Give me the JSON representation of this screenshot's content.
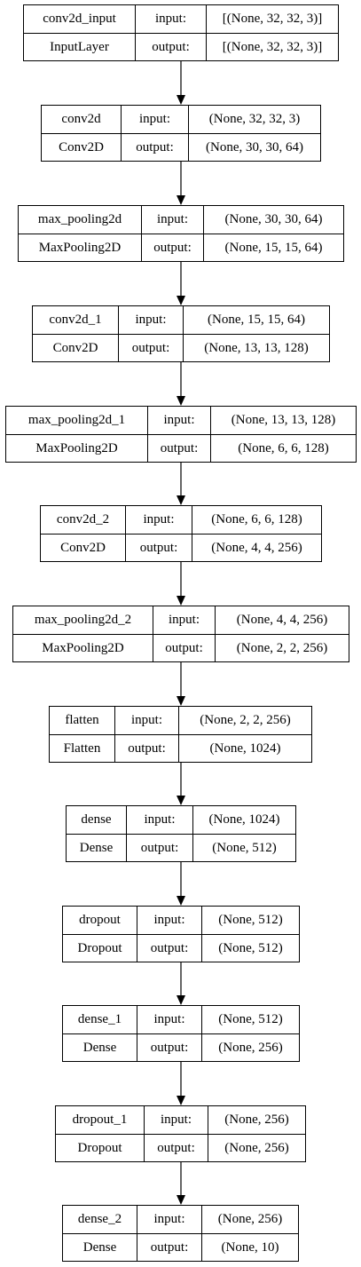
{
  "layers": [
    {
      "name": "conv2d_input",
      "type": "InputLayer",
      "input_label": "input:",
      "output_label": "output:",
      "input_shape": "[(None, 32, 32, 3)]",
      "output_shape": "[(None, 32, 32, 3)]"
    },
    {
      "name": "conv2d",
      "type": "Conv2D",
      "input_label": "input:",
      "output_label": "output:",
      "input_shape": "(None, 32, 32, 3)",
      "output_shape": "(None, 30, 30, 64)"
    },
    {
      "name": "max_pooling2d",
      "type": "MaxPooling2D",
      "input_label": "input:",
      "output_label": "output:",
      "input_shape": "(None, 30, 30, 64)",
      "output_shape": "(None, 15, 15, 64)"
    },
    {
      "name": "conv2d_1",
      "type": "Conv2D",
      "input_label": "input:",
      "output_label": "output:",
      "input_shape": "(None, 15, 15, 64)",
      "output_shape": "(None, 13, 13, 128)"
    },
    {
      "name": "max_pooling2d_1",
      "type": "MaxPooling2D",
      "input_label": "input:",
      "output_label": "output:",
      "input_shape": "(None, 13, 13, 128)",
      "output_shape": "(None, 6, 6, 128)"
    },
    {
      "name": "conv2d_2",
      "type": "Conv2D",
      "input_label": "input:",
      "output_label": "output:",
      "input_shape": "(None, 6, 6, 128)",
      "output_shape": "(None, 4, 4, 256)"
    },
    {
      "name": "max_pooling2d_2",
      "type": "MaxPooling2D",
      "input_label": "input:",
      "output_label": "output:",
      "input_shape": "(None, 4, 4, 256)",
      "output_shape": "(None, 2, 2, 256)"
    },
    {
      "name": "flatten",
      "type": "Flatten",
      "input_label": "input:",
      "output_label": "output:",
      "input_shape": "(None, 2, 2, 256)",
      "output_shape": "(None, 1024)"
    },
    {
      "name": "dense",
      "type": "Dense",
      "input_label": "input:",
      "output_label": "output:",
      "input_shape": "(None, 1024)",
      "output_shape": "(None, 512)"
    },
    {
      "name": "dropout",
      "type": "Dropout",
      "input_label": "input:",
      "output_label": "output:",
      "input_shape": "(None, 512)",
      "output_shape": "(None, 512)"
    },
    {
      "name": "dense_1",
      "type": "Dense",
      "input_label": "input:",
      "output_label": "output:",
      "input_shape": "(None, 512)",
      "output_shape": "(None, 256)"
    },
    {
      "name": "dropout_1",
      "type": "Dropout",
      "input_label": "input:",
      "output_label": "output:",
      "input_shape": "(None, 256)",
      "output_shape": "(None, 256)"
    },
    {
      "name": "dense_2",
      "type": "Dense",
      "input_label": "input:",
      "output_label": "output:",
      "input_shape": "(None, 256)",
      "output_shape": "(None, 10)"
    }
  ]
}
